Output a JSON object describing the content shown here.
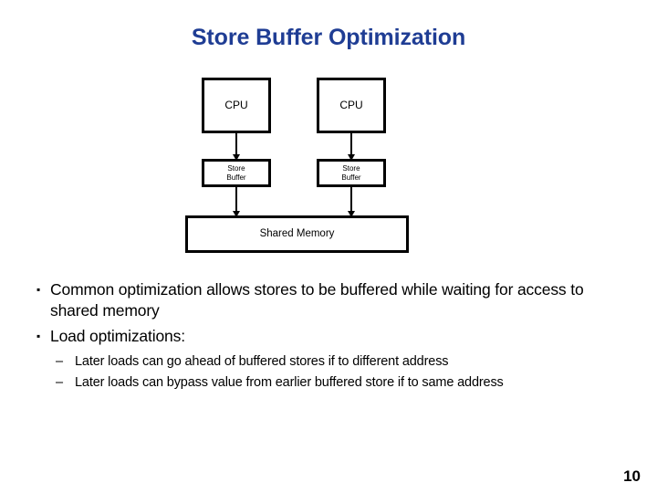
{
  "slide": {
    "title": "Store Buffer Optimization",
    "page_number": "10",
    "title_color": "#1f3d94",
    "background_color": "#ffffff"
  },
  "diagram": {
    "cpu_left": "CPU",
    "cpu_right": "CPU",
    "store_buffer_left_line1": "Store",
    "store_buffer_left_line2": "Buffer",
    "store_buffer_right_line1": "Store",
    "store_buffer_right_line2": "Buffer",
    "shared_memory": "Shared Memory",
    "border_color": "#000000"
  },
  "body": {
    "bullets": [
      {
        "marker": "▪",
        "text": "Common optimization allows stores to be buffered while waiting for access to shared memory"
      },
      {
        "marker": "▪",
        "text": "Load optimizations:"
      }
    ],
    "sub_bullets": [
      {
        "marker": "–",
        "text": "Later loads can go ahead of buffered stores if to different address"
      },
      {
        "marker": "–",
        "text": "Later loads can bypass value from earlier buffered store if to same address"
      }
    ]
  }
}
